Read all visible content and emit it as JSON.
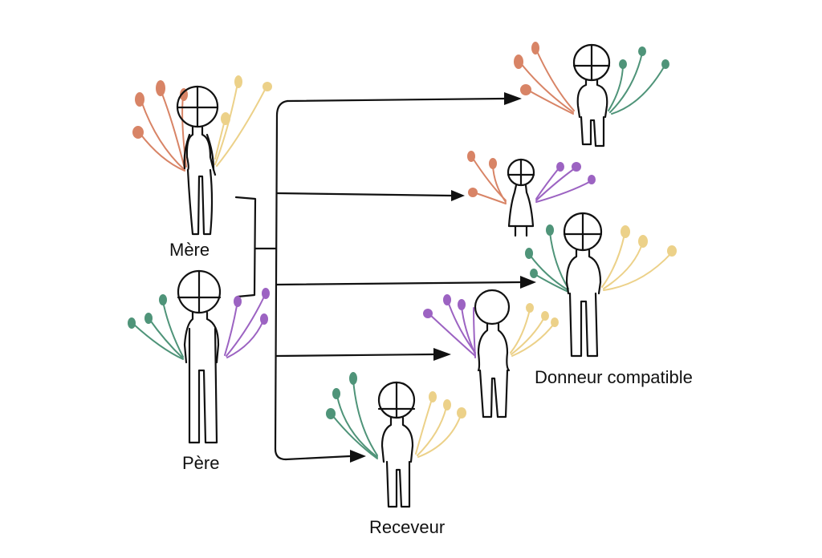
{
  "labels": {
    "mother": "Mère",
    "father": "Père",
    "compatible_donor": "Donneur compatible",
    "recipient": "Receveur"
  },
  "colors": {
    "ink": "#111111",
    "orange": "#d88466",
    "yellow": "#ecd189",
    "green": "#4f9479",
    "purple": "#9c63c2"
  },
  "figures": [
    {
      "id": "mother",
      "left": "orange",
      "right": "yellow"
    },
    {
      "id": "father",
      "left": "green",
      "right": "purple"
    },
    {
      "id": "child-1",
      "left": "orange",
      "right": "green"
    },
    {
      "id": "child-2",
      "left": "orange",
      "right": "purple"
    },
    {
      "id": "child-3-compatible-donor",
      "left": "green",
      "right": "yellow"
    },
    {
      "id": "child-4",
      "left": "purple",
      "right": "yellow"
    },
    {
      "id": "child-5-recipient",
      "left": "green",
      "right": "yellow"
    }
  ]
}
